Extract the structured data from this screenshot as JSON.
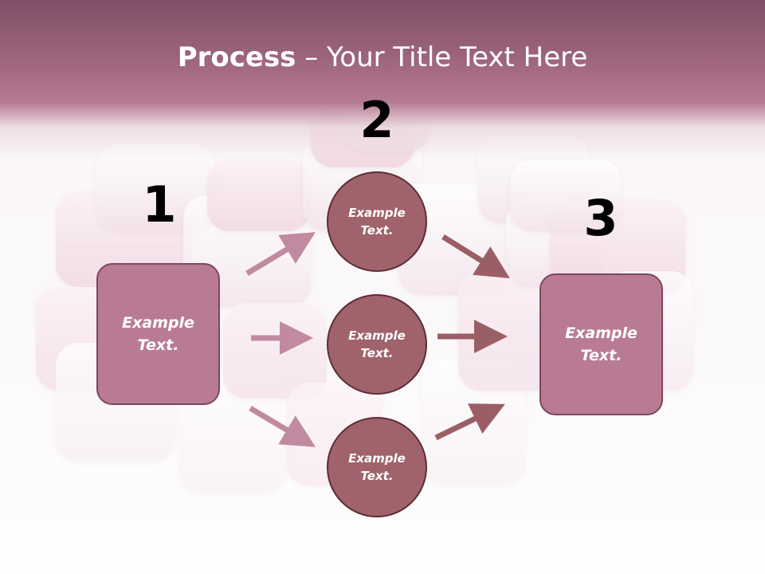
{
  "title": {
    "bold": "Process",
    "rest": " – Your Title Text Here"
  },
  "steps": {
    "one": "1",
    "two": "2",
    "three": "3"
  },
  "left_box": {
    "line1": "Example",
    "line2": "Text."
  },
  "right_box": {
    "line1": "Example",
    "line2": "Text."
  },
  "circles": [
    {
      "line1": "Example",
      "line2": "Text."
    },
    {
      "line1": "Example",
      "line2": "Text."
    },
    {
      "line1": "Example",
      "line2": "Text."
    }
  ],
  "colors": {
    "title_band": "#a0677f",
    "box_fill": "#b97b93",
    "circle_fill": "#a0636b",
    "arrow_left": "#c08ba0",
    "arrow_right": "#9a5f65"
  }
}
